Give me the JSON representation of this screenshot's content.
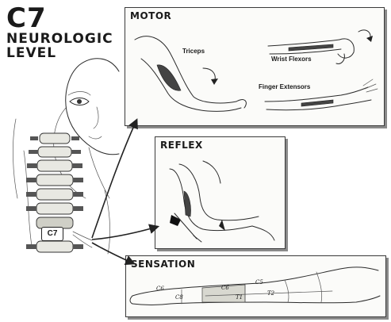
{
  "title": {
    "level": "C7",
    "line1": "NEUROLOGIC",
    "line2": "LEVEL"
  },
  "badge": "C7",
  "panels": {
    "motor": {
      "title": "MOTOR",
      "labels": {
        "triceps": "Triceps",
        "wrist_flexors": "Wrist Flexors",
        "finger_extensors": "Finger Extensors"
      }
    },
    "reflex": {
      "title": "REFLEX"
    },
    "sensation": {
      "title": "SENSATION",
      "dermatomes": [
        "C6",
        "C6",
        "C5",
        "C8",
        "T1",
        "T2"
      ]
    }
  }
}
